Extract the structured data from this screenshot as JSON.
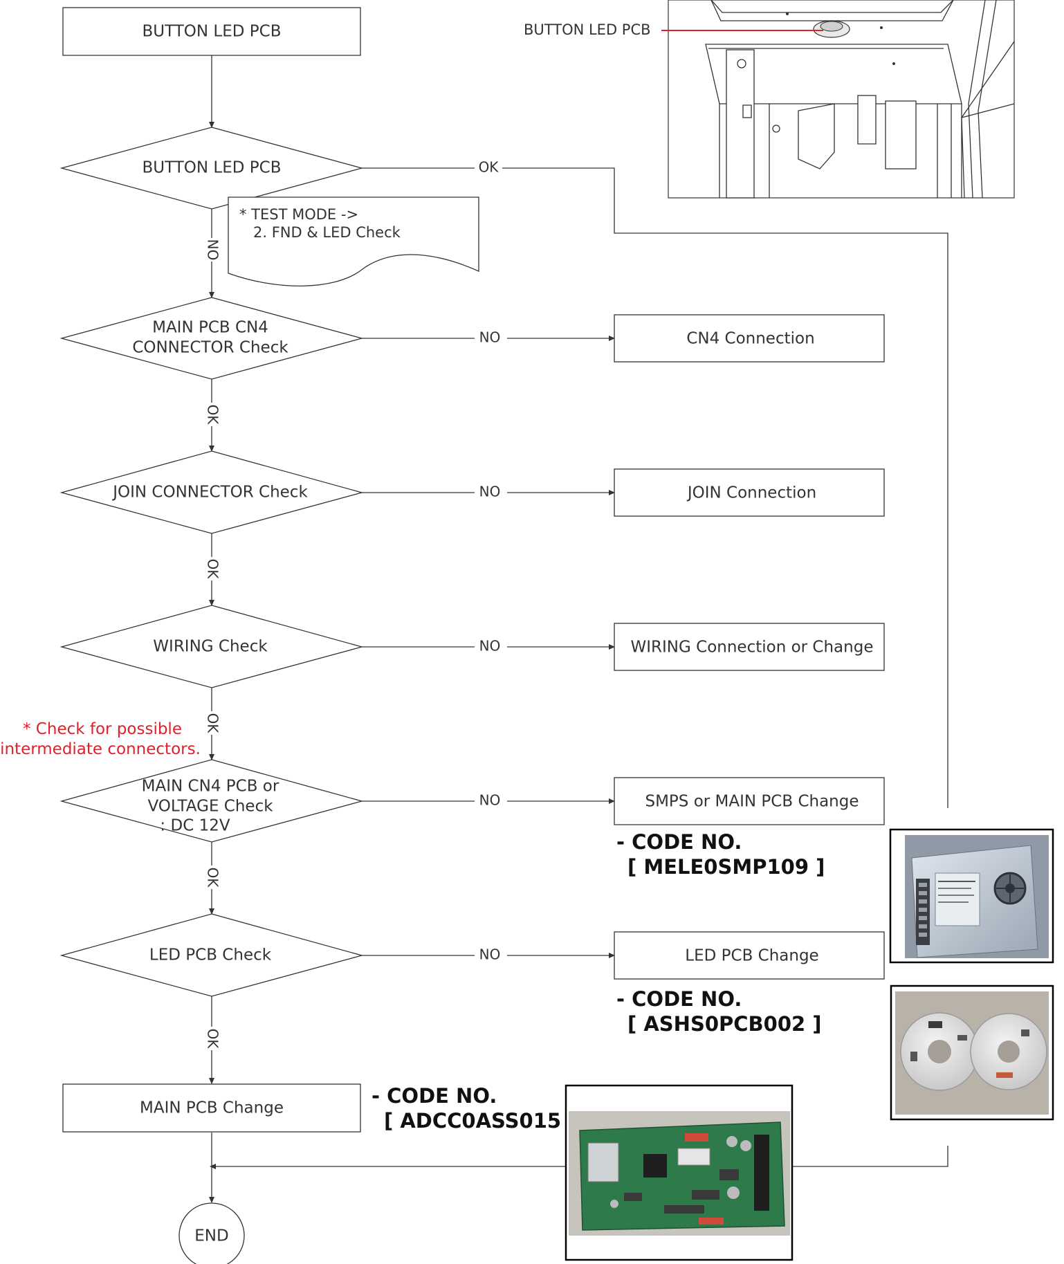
{
  "title_box": "BUTTON LED PCB",
  "cabinet_callout": "BUTTON LED PCB",
  "decisions": {
    "d1": "BUTTON LED PCB",
    "d2": [
      "MAIN PCB CN4",
      "CONNECTOR Check"
    ],
    "d3": "JOIN CONNECTOR Check",
    "d4": "WIRING Check",
    "d5": [
      "MAIN CN4 PCB or",
      "VOLTAGE Check",
      ": DC 12V"
    ],
    "d6": "LED PCB Check"
  },
  "note": [
    "* TEST  MODE ->",
    "2. FND & LED Check"
  ],
  "red_note": [
    "* Check for possible",
    "intermediate connectors."
  ],
  "actions": {
    "a1": "CN4 Connection",
    "a2": "JOIN Connection",
    "a3": "WIRING Connection or Change",
    "a4": "SMPS or MAIN PCB Change",
    "a5": "LED PCB Change",
    "a6": "MAIN PCB Change"
  },
  "end": "END",
  "edges": {
    "ok": "OK",
    "no": "NO"
  },
  "codes": {
    "smps": [
      "- CODE NO.",
      "[ MELE0SMP109 ]"
    ],
    "led": [
      "- CODE NO.",
      "[ ASHS0PCB002 ]"
    ],
    "main": [
      "- CODE NO.",
      "[ ADCC0ASS015 ]"
    ]
  },
  "photos": {
    "smps": "smps-power-supply-photo",
    "led": "led-pcb-photo",
    "main": "main-pcb-photo",
    "cabinet": "cabinet-line-drawing"
  },
  "colors": {
    "line": "#333333",
    "red": "#e0202a",
    "callout": "#e0202a"
  }
}
